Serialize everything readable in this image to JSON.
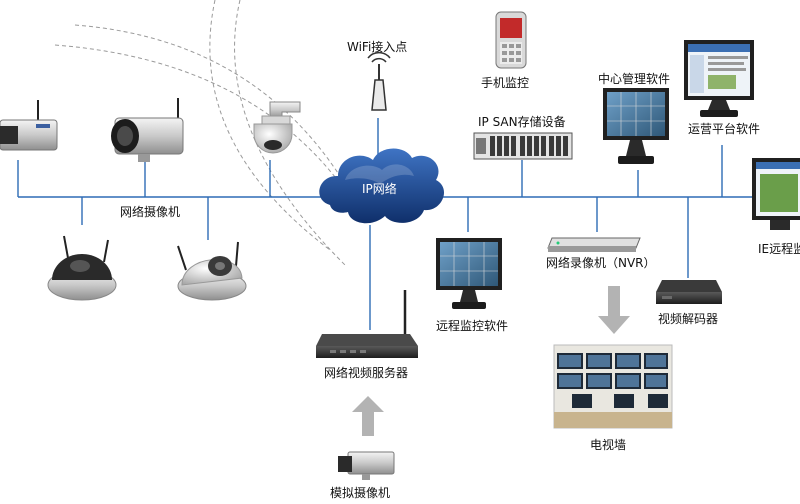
{
  "labels": {
    "network_cameras": "网络摄像机",
    "wifi_ap": "WiFi接入点",
    "mobile_monitor": "手机监控",
    "ip_san": "IP SAN存储设备",
    "center_mgmt": "中心管理软件",
    "ops_platform": "运营平台软件",
    "ie_remote": "IE远程监",
    "ip_network": "IP网络",
    "remote_monitor": "远程监控软件",
    "nvr": "网络录像机（NVR）",
    "video_decoder": "视频解码器",
    "video_server": "网络视频服务器",
    "tv_wall": "电视墙",
    "analog_camera": "模拟摄像机"
  },
  "colors": {
    "network_line": "#2e6cb5",
    "cloud": "#1f4f9a",
    "arrow": "#b3b3b3",
    "dashed_arc": "#9a9a9a"
  },
  "icons": [
    "box-camera-icon",
    "bullet-camera-icon",
    "ptz-dome-camera-icon",
    "dome-camera-icon",
    "speed-dome-camera-icon",
    "wifi-access-point-icon",
    "mobile-phone-icon",
    "storage-array-icon",
    "monitor-icon",
    "nvr-icon",
    "decoder-icon",
    "video-server-icon",
    "tv-wall-icon",
    "analog-camera-icon"
  ]
}
